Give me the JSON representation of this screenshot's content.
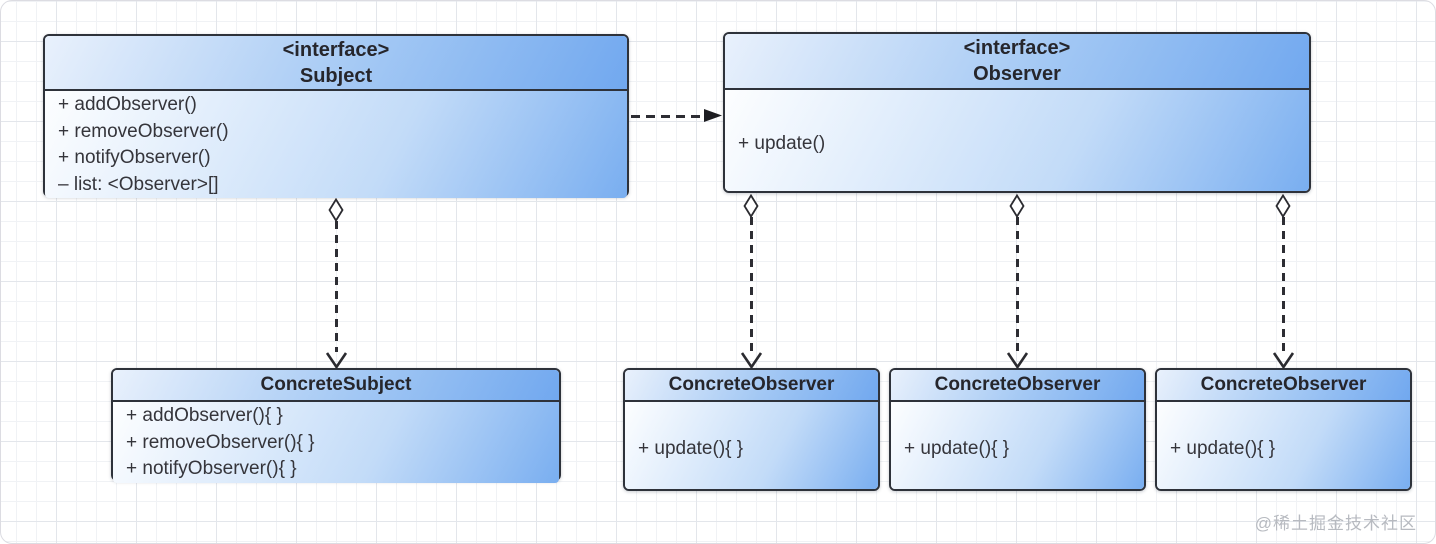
{
  "canvas": {
    "watermark": "@稀土掘金技术社区",
    "accent_blue": "#71a8ef",
    "border_color": "#2e323a"
  },
  "classes": {
    "subject": {
      "stereotype": "<interface>",
      "name": "Subject",
      "members": [
        "+ addObserver()",
        "+ removeObserver()",
        "+ notifyObserver()",
        "– list: <Observer>[]"
      ]
    },
    "observer": {
      "stereotype": "<interface>",
      "name": "Observer",
      "members": [
        "+ update()"
      ]
    },
    "concreteSubject": {
      "name": "ConcreteSubject",
      "members": [
        "+ addObserver(){ }",
        "+ removeObserver(){ }",
        "+ notifyObserver(){ }"
      ]
    },
    "concreteObserver1": {
      "name": "ConcreteObserver",
      "members": [
        "+ update(){ }"
      ]
    },
    "concreteObserver2": {
      "name": "ConcreteObserver",
      "members": [
        "+ update(){ }"
      ]
    },
    "concreteObserver3": {
      "name": "ConcreteObserver",
      "members": [
        "+ update(){ }"
      ]
    }
  },
  "relations": [
    {
      "from": "Subject",
      "to": "Observer",
      "line": "dashed",
      "end": "filled-arrow"
    },
    {
      "from": "Subject",
      "to": "ConcreteSubject",
      "line": "dashed",
      "start": "open-diamond",
      "end": "open-arrow"
    },
    {
      "from": "Observer",
      "to": "ConcreteObserver-1",
      "line": "dashed",
      "start": "open-diamond",
      "end": "open-arrow"
    },
    {
      "from": "Observer",
      "to": "ConcreteObserver-2",
      "line": "dashed",
      "start": "open-diamond",
      "end": "open-arrow"
    },
    {
      "from": "Observer",
      "to": "ConcreteObserver-3",
      "line": "dashed",
      "start": "open-diamond",
      "end": "open-arrow"
    }
  ]
}
